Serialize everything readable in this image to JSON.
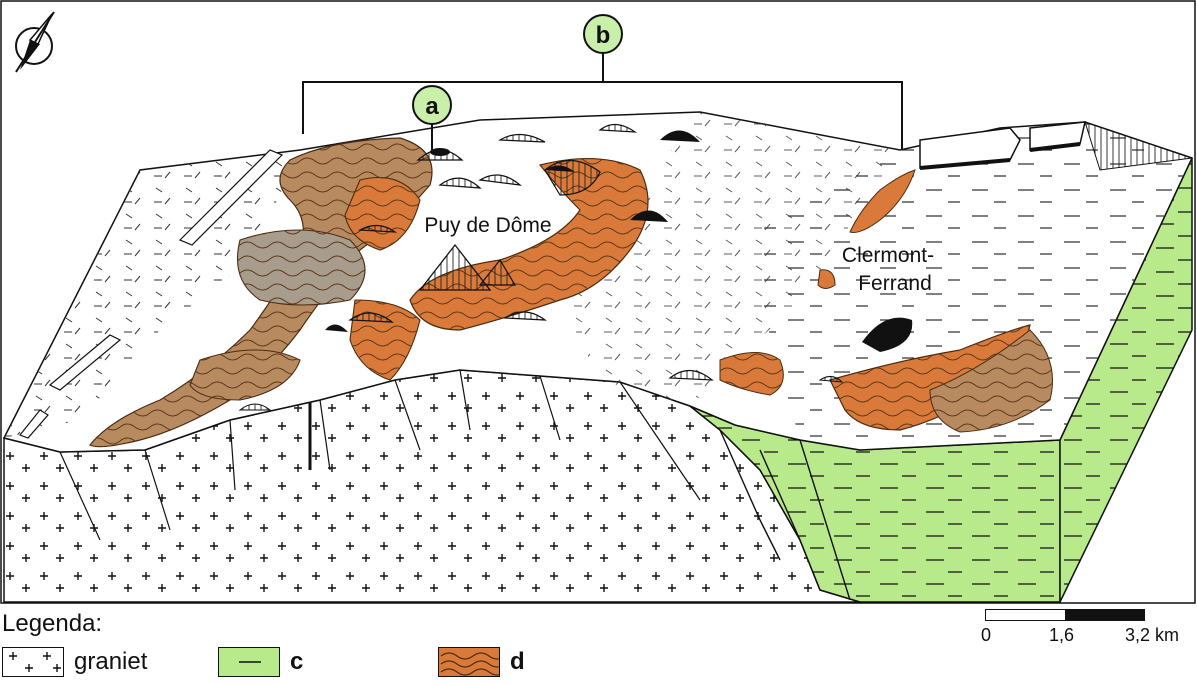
{
  "labels": {
    "a": "a",
    "b": "b",
    "puy_de_dome": "Puy de Dôme",
    "clermont_1": "Clermont-",
    "clermont_2": "Ferrand"
  },
  "legend": {
    "title": "Legenda:",
    "items": [
      {
        "key": "granite",
        "text": "graniet",
        "pattern": "crosses"
      },
      {
        "key": "c",
        "text": "c",
        "pattern": "green-dashes"
      },
      {
        "key": "d",
        "text": "d",
        "pattern": "orange-lava"
      }
    ]
  },
  "scale": {
    "ticks": [
      "0",
      "1,6",
      "3,2 km"
    ]
  },
  "colors": {
    "green": "#b8ea8c",
    "lava_orange": "#d97a3a",
    "lava_brown": "#b88a60",
    "lava_grey": "#a89c8c",
    "label_circle": "#c9efaa",
    "ink": "#111111"
  },
  "icons": [
    "north-arrow-icon"
  ]
}
